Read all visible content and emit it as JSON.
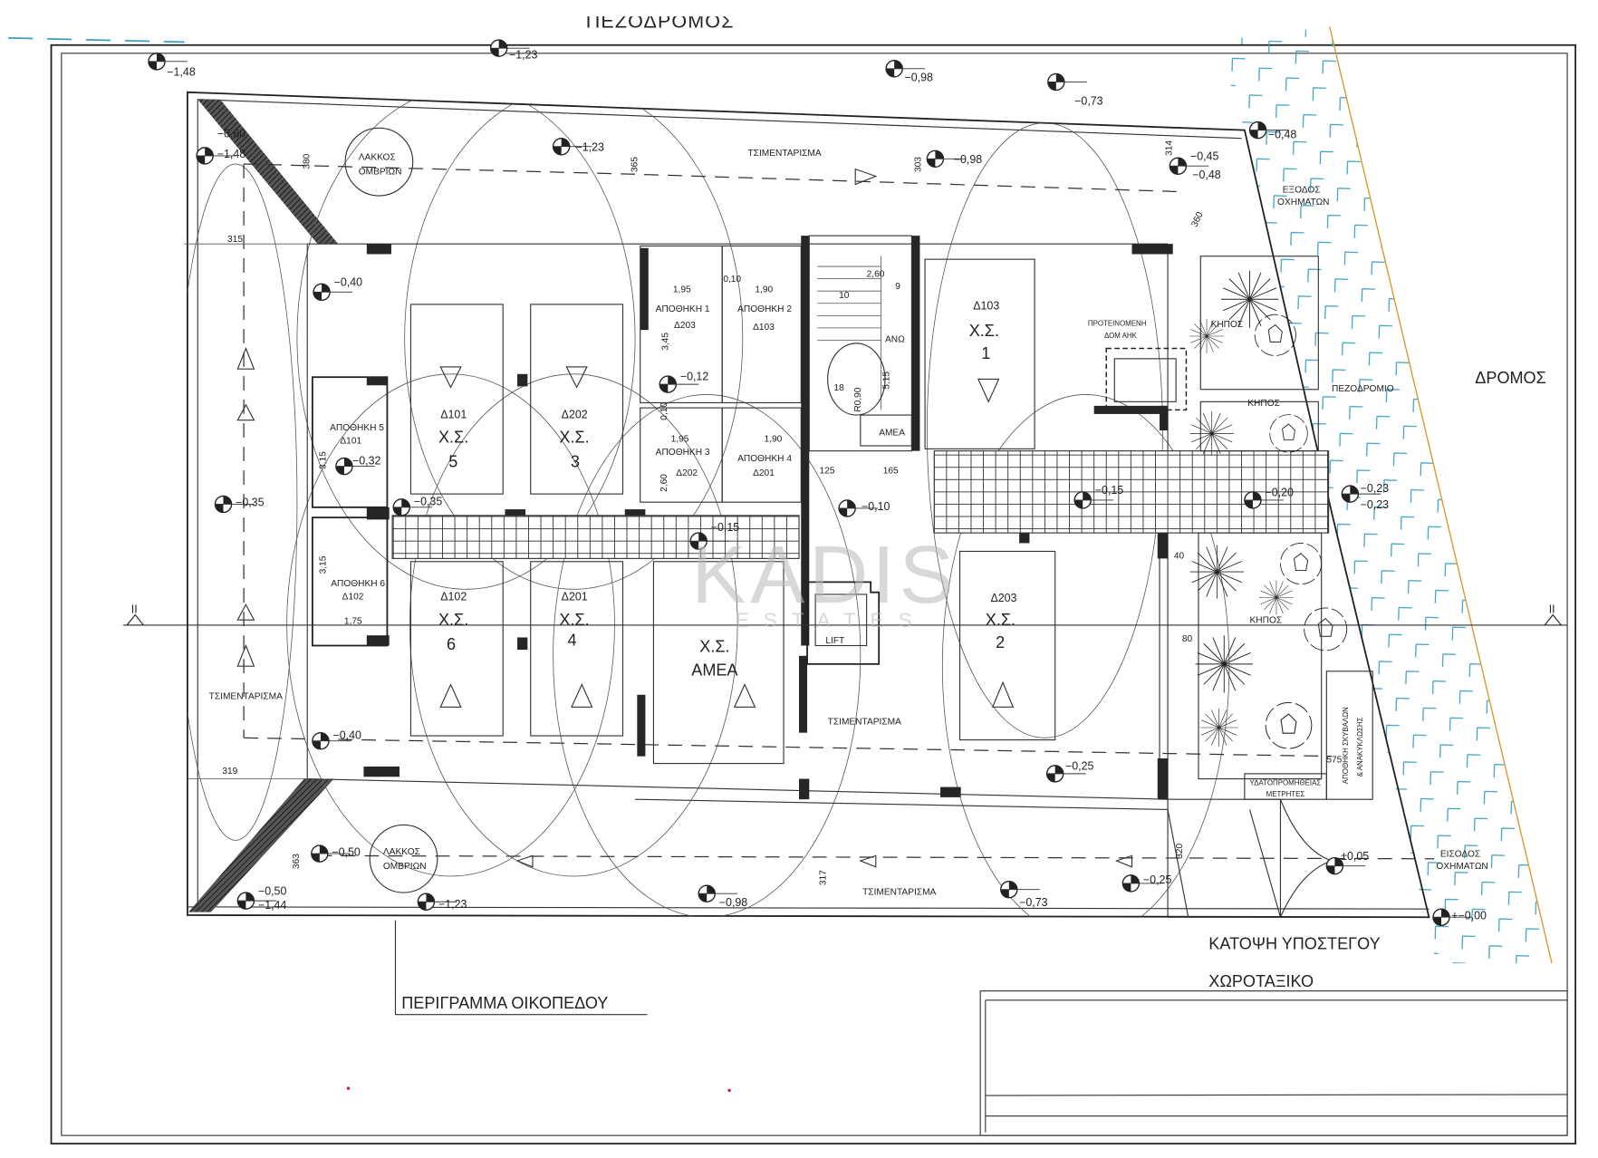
{
  "drawing": {
    "top_street_partial": "ΠΕΖΟΔΡΟΜΟΣ",
    "plot_label": "ΠΕΡΙΓΡΑΜΜΑ ΟΙΚΟΠΕΔΟΥ",
    "title": "ΚΑΤΟΨΗ ΥΠΟΣΤΕΓΟΥ",
    "subtitle": "ΧΩΡΟΤΑΞΙΚΟ",
    "section_mark": "II"
  },
  "street": {
    "road": "ΔΡΟΜΟΣ",
    "sidewalk": "ΠΕΖΟΔΡΟΜΙΟ",
    "exit": [
      "ΕΞΟΔΟΣ",
      "ΟΧΗΜΑΤΩΝ"
    ],
    "entrance": [
      "ΕΙΣΟΔΟΣ",
      "ΟΧΗΜΑΤΩΝ"
    ]
  },
  "surfaces": {
    "concrete": "ΤΣΙΜΕΝΤΑΡΙΣΜΑ",
    "garden": "ΚΗΠΟΣ",
    "rain_pit": [
      "ΛΑΚΚΟΣ",
      "ΟΜΒΡΙΩΝ"
    ]
  },
  "parking": [
    {
      "unit": "Δ101",
      "code": "Χ.Σ.",
      "num": "5"
    },
    {
      "unit": "Δ202",
      "code": "Χ.Σ.",
      "num": "3"
    },
    {
      "unit": "Δ102",
      "code": "Χ.Σ.",
      "num": "6"
    },
    {
      "unit": "Δ201",
      "code": "Χ.Σ.",
      "num": "4"
    },
    {
      "unit": "",
      "code": "Χ.Σ.",
      "num": "ΑΜΕΑ"
    },
    {
      "unit": "Δ103",
      "code": "Χ.Σ.",
      "num": "1"
    },
    {
      "unit": "Δ203",
      "code": "Χ.Σ.",
      "num": "2"
    }
  ],
  "storage": [
    {
      "name": "ΑΠΟΘΗΚΗ 1",
      "unit": "Δ203"
    },
    {
      "name": "ΑΠΟΘΗΚΗ 2",
      "unit": "Δ103"
    },
    {
      "name": "ΑΠΟΘΗΚΗ 3",
      "unit": "Δ202"
    },
    {
      "name": "ΑΠΟΘΗΚΗ 4",
      "unit": "Δ201"
    },
    {
      "name": "ΑΠΟΘΗΚΗ 5",
      "unit": "Δ101"
    },
    {
      "name": "ΑΠΟΘΗΚΗ 6",
      "unit": "Δ102"
    }
  ],
  "core": {
    "lift": "LIFT",
    "disabled": "ΑΜΕΑ",
    "up": "ΑΝΩ"
  },
  "services": {
    "substation": [
      "ΠΡΟΤΕΙΝΟΜΕΝΗ",
      "ΔΟΜ ΑΗΚ"
    ],
    "refuse": [
      "ΑΠΟΘΗΚΗ ΣΚΥΒΑΛΩΝ",
      "& ΑΝΑΚΥΚΛΩΣΗΣ"
    ],
    "water": [
      "ΥΔΑΤΟΠΡΟΜΗΘΕΙΑΣ",
      "ΜΕΤΡΗΤΕΣ"
    ]
  },
  "levels": [
    "−1,48",
    "−1,23",
    "−0,98",
    "−0,73",
    "−0,48",
    "−0,98",
    "−0,45",
    "−0,48",
    "−1,23",
    "−0,60",
    "−1,48",
    "−0,40",
    "−0,12",
    "−0,32",
    "−0,35",
    "−0,35",
    "−0,10",
    "−0,15",
    "−0,20",
    "−0,23",
    "−0,23",
    "−0,15",
    "−0,40",
    "−0,25",
    "±0,05",
    "−0,25",
    "−0,73",
    "−0,98",
    "−1,23",
    "−0,50",
    "−0,50",
    "−1,44",
    "+−0,00"
  ],
  "dimensions": [
    "315",
    "380",
    "365",
    "303",
    "314",
    "360",
    "319",
    "363",
    "317",
    "320",
    "1,95",
    "0,10",
    "1,90",
    "3,45",
    "2,60",
    "9",
    "10",
    "18",
    "R0,90",
    "5,15",
    "1,95",
    "1,90",
    "2,60",
    "0,10",
    "125",
    "165",
    "3,15",
    "3,15",
    "1,75",
    "40",
    "80",
    "575"
  ],
  "watermark": {
    "brand": "KADIS",
    "sub": "ESTATES"
  },
  "colors": {
    "sidewalk_hatch": "#3a9fc0",
    "road_edge": "#d69a2a",
    "wall": "#262626",
    "watermark": "#b9b9b9",
    "watermark_accent": "#d8c9a0"
  }
}
